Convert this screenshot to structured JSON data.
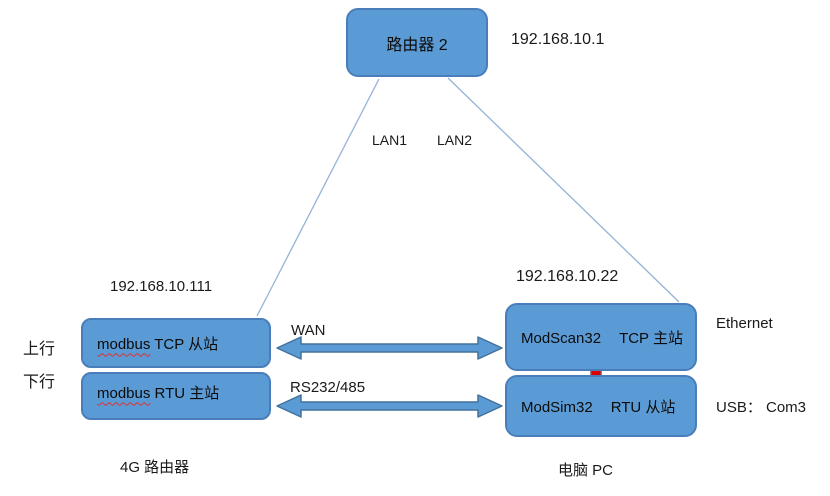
{
  "diagram_title": "Modbus 4G router test topology",
  "colors": {
    "node_fill": "#5b9bd5",
    "node_border": "#4a7ebb",
    "connector_line": "#95b3d7",
    "arrow_fill": "#5b9bd5",
    "arrow_border": "#41719c",
    "red_arrow": "#e00000",
    "squiggle_red": "#e03030",
    "text": "#1a1a1a",
    "background": "#ffffff"
  },
  "router": {
    "label": "路由器 2",
    "ip": "192.168.10.1"
  },
  "lan": {
    "lan1": "LAN1",
    "lan2": "LAN2"
  },
  "left_device": {
    "ip": "192.168.10.111",
    "direction_up": "上行",
    "direction_down": "下行",
    "box_top": {
      "underlined": "modbus",
      "rest": " TCP 从站"
    },
    "box_bottom": {
      "underlined": "modbus",
      "rest": " RTU 主站"
    },
    "caption": "4G 路由器"
  },
  "right_device": {
    "ip": "192.168.10.22",
    "box_top": {
      "name": "ModScan32",
      "role": "TCP 主站"
    },
    "box_bottom": {
      "name": "ModSim32",
      "role": "RTU 从站"
    },
    "port_top": "Ethernet",
    "port_bottom": "USB： Com3",
    "caption": "电脑 PC"
  },
  "links": {
    "wan": "WAN",
    "serial": "RS232/485"
  }
}
